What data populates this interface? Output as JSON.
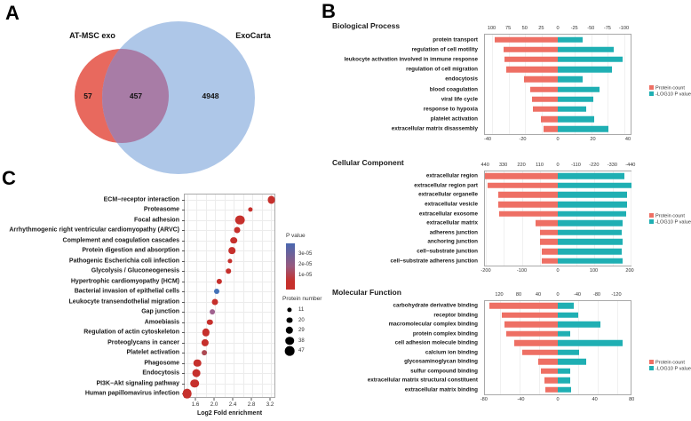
{
  "figure": {
    "panel_a": "A",
    "panel_b": "B",
    "panel_c": "C"
  },
  "venn": {
    "left_label": "AT-MSC exo",
    "right_label": "ExoCarta",
    "left_count": "57",
    "overlap_count": "457",
    "right_count": "4948"
  },
  "colors": {
    "bar_red": "#EE6F64",
    "bar_teal": "#1FAFB3",
    "venn_left": "#E8695E",
    "venn_right": "#AEC7E8",
    "venn_overlap": "#A87CA6",
    "dot_red": "#C6302C",
    "dot_blue": "#4472B8",
    "dot_purple": "#A0628F",
    "dot_dark_red": "#AD4A52"
  },
  "bar_series_legend": {
    "series1": "Protein count",
    "series2": "-LOG10 P value"
  },
  "chart_data": [
    {
      "type": "bar",
      "subtype": "horizontal-diverging",
      "title": "Biological Process",
      "categories": [
        "protein transport",
        "regulation of cell motility",
        "leukocyte activation involved in immune response",
        "regulation of cell migration",
        "endocytosis",
        "blood coagulation",
        "viral life cycle",
        "response to hypoxia",
        "platelet activation",
        "extracellular matrix disassembly"
      ],
      "series": [
        {
          "name": "Protein count",
          "values": [
            95,
            82,
            80,
            78,
            51,
            42,
            39,
            37,
            26,
            22
          ]
        },
        {
          "name": "-LOG10 P value",
          "values": [
            14,
            32,
            37,
            31,
            14,
            24,
            20,
            16,
            21,
            29
          ]
        }
      ],
      "axis_top_ticks": [
        100,
        75,
        50,
        25,
        0,
        -25,
        -50,
        -75,
        -100
      ],
      "axis_bottom_ticks": [
        -40,
        -20,
        0,
        20,
        40
      ],
      "legend_position": "right"
    },
    {
      "type": "bar",
      "subtype": "horizontal-diverging",
      "title": "Cellular Component",
      "categories": [
        "extracellular region",
        "extracellular region part",
        "extracellular organelle",
        "extracellular vesicle",
        "extracellular exosome",
        "extracellular matrix",
        "adherens junction",
        "anchoring junction",
        "cell−substrate junction",
        "cell−substrate adherens junction"
      ],
      "series": [
        {
          "name": "Protein count",
          "values": [
            440,
            425,
            358,
            358,
            353,
            135,
            107,
            107,
            96,
            96
          ]
        },
        {
          "name": "-LOG10 P value",
          "values": [
            185,
            205,
            193,
            193,
            190,
            180,
            178,
            180,
            178,
            180
          ]
        }
      ],
      "axis_top_ticks": [
        440,
        330,
        220,
        110,
        0,
        -110,
        -220,
        -330,
        -440
      ],
      "axis_bottom_ticks": [
        -200,
        -100,
        0,
        100,
        200
      ],
      "legend_position": "right"
    },
    {
      "type": "bar",
      "subtype": "horizontal-diverging",
      "title": "Molecular Function",
      "categories": [
        "carbohydrate derivative binding",
        "receptor binding",
        "macromolecular complex binding",
        "protein complex binding",
        "cell adhesion molecule binding",
        "calcium ion binding",
        "glycosaminoglycan binding",
        "sulfur compound binding",
        "extracellular matrix structural constituent",
        "extracellular matrix binding"
      ],
      "series": [
        {
          "name": "Protein count",
          "values": [
            140,
            115,
            109,
            105,
            89,
            73,
            40,
            35,
            27,
            25
          ]
        },
        {
          "name": "-LOG10 P value",
          "values": [
            17,
            22,
            46,
            13,
            70,
            23,
            31,
            13,
            13,
            14
          ]
        }
      ],
      "axis_top_ticks": [
        120,
        80,
        40,
        0,
        -40,
        -80,
        -120
      ],
      "axis_bottom_ticks": [
        -80,
        -40,
        0,
        40,
        80
      ],
      "legend_position": "right"
    },
    {
      "type": "scatter",
      "subtype": "dot-enrichment",
      "title": "",
      "xlabel": "Log2 Fold enrichment",
      "x_tick_labels": [
        "1.6",
        "2.0",
        "2.4",
        "2.8",
        "3.2"
      ],
      "x_range": [
        1.35,
        3.32
      ],
      "color_legend": {
        "title": "P value",
        "labels": [
          "3e-05",
          "2e-05",
          "1e-05"
        ]
      },
      "size_legend": {
        "title": "Protein number",
        "labels": [
          "11",
          "20",
          "29",
          "38",
          "47"
        ]
      },
      "points": [
        {
          "label": "ECM−receptor interaction",
          "x": 3.21,
          "protein_number": 33,
          "p_value": "1e-05",
          "color": "#C6302C"
        },
        {
          "label": "Proteasome",
          "x": 2.76,
          "protein_number": 11,
          "p_value": "1e-05",
          "color": "#C6302C"
        },
        {
          "label": "Focal adhesion",
          "x": 2.53,
          "protein_number": 47,
          "p_value": "1e-05",
          "color": "#C6302C"
        },
        {
          "label": "Arrhythmogenic right ventricular cardiomyopathy (ARVC)",
          "x": 2.48,
          "protein_number": 20,
          "p_value": "1e-05",
          "color": "#C6302C"
        },
        {
          "label": "Complement and coagulation cascades",
          "x": 2.4,
          "protein_number": 24,
          "p_value": "1e-05",
          "color": "#C6302C"
        },
        {
          "label": "Protein digestion and absorption",
          "x": 2.36,
          "protein_number": 24,
          "p_value": "1e-05",
          "color": "#C6302C"
        },
        {
          "label": "Pathogenic Escherichia coli infection",
          "x": 2.32,
          "protein_number": 11,
          "p_value": "1e-05",
          "color": "#C6302C"
        },
        {
          "label": "Glycolysis / Gluconeogenesis",
          "x": 2.29,
          "protein_number": 13,
          "p_value": "1e-05",
          "color": "#C6302C"
        },
        {
          "label": "Hypertrophic cardiomyopathy (HCM)",
          "x": 2.1,
          "protein_number": 16,
          "p_value": "1e-05",
          "color": "#C6302C"
        },
        {
          "label": "Bacterial invasion of epithelial cells",
          "x": 2.04,
          "protein_number": 15,
          "p_value": "3e-05",
          "color": "#4472B8"
        },
        {
          "label": "Leukocyte transendothelial migration",
          "x": 2.0,
          "protein_number": 20,
          "p_value": "1e-05",
          "color": "#C6302C"
        },
        {
          "label": "Gap junction",
          "x": 1.94,
          "protein_number": 14,
          "p_value": "2e-05",
          "color": "#A0628F"
        },
        {
          "label": "Amoebiasis",
          "x": 1.89,
          "protein_number": 17,
          "p_value": "1e-05",
          "color": "#C6302C"
        },
        {
          "label": "Regulation of actin cytoskeleton",
          "x": 1.81,
          "protein_number": 29,
          "p_value": "1e-05",
          "color": "#C6302C"
        },
        {
          "label": "Proteoglycans in cancer",
          "x": 1.79,
          "protein_number": 28,
          "p_value": "1e-05",
          "color": "#C6302C"
        },
        {
          "label": "Platelet activation",
          "x": 1.77,
          "protein_number": 14,
          "p_value": "1.5e-05",
          "color": "#AD4A52"
        },
        {
          "label": "Phagosome",
          "x": 1.62,
          "protein_number": 30,
          "p_value": "1e-05",
          "color": "#C6302C"
        },
        {
          "label": "Endocytosis",
          "x": 1.6,
          "protein_number": 32,
          "p_value": "1e-05",
          "color": "#C6302C"
        },
        {
          "label": "PI3K−Akt signaling pathway",
          "x": 1.57,
          "protein_number": 38,
          "p_value": "1e-05",
          "color": "#C6302C"
        },
        {
          "label": "Human papillomavirus infection",
          "x": 1.4,
          "protein_number": 47,
          "p_value": "1e-05",
          "color": "#C6302C"
        }
      ]
    }
  ]
}
